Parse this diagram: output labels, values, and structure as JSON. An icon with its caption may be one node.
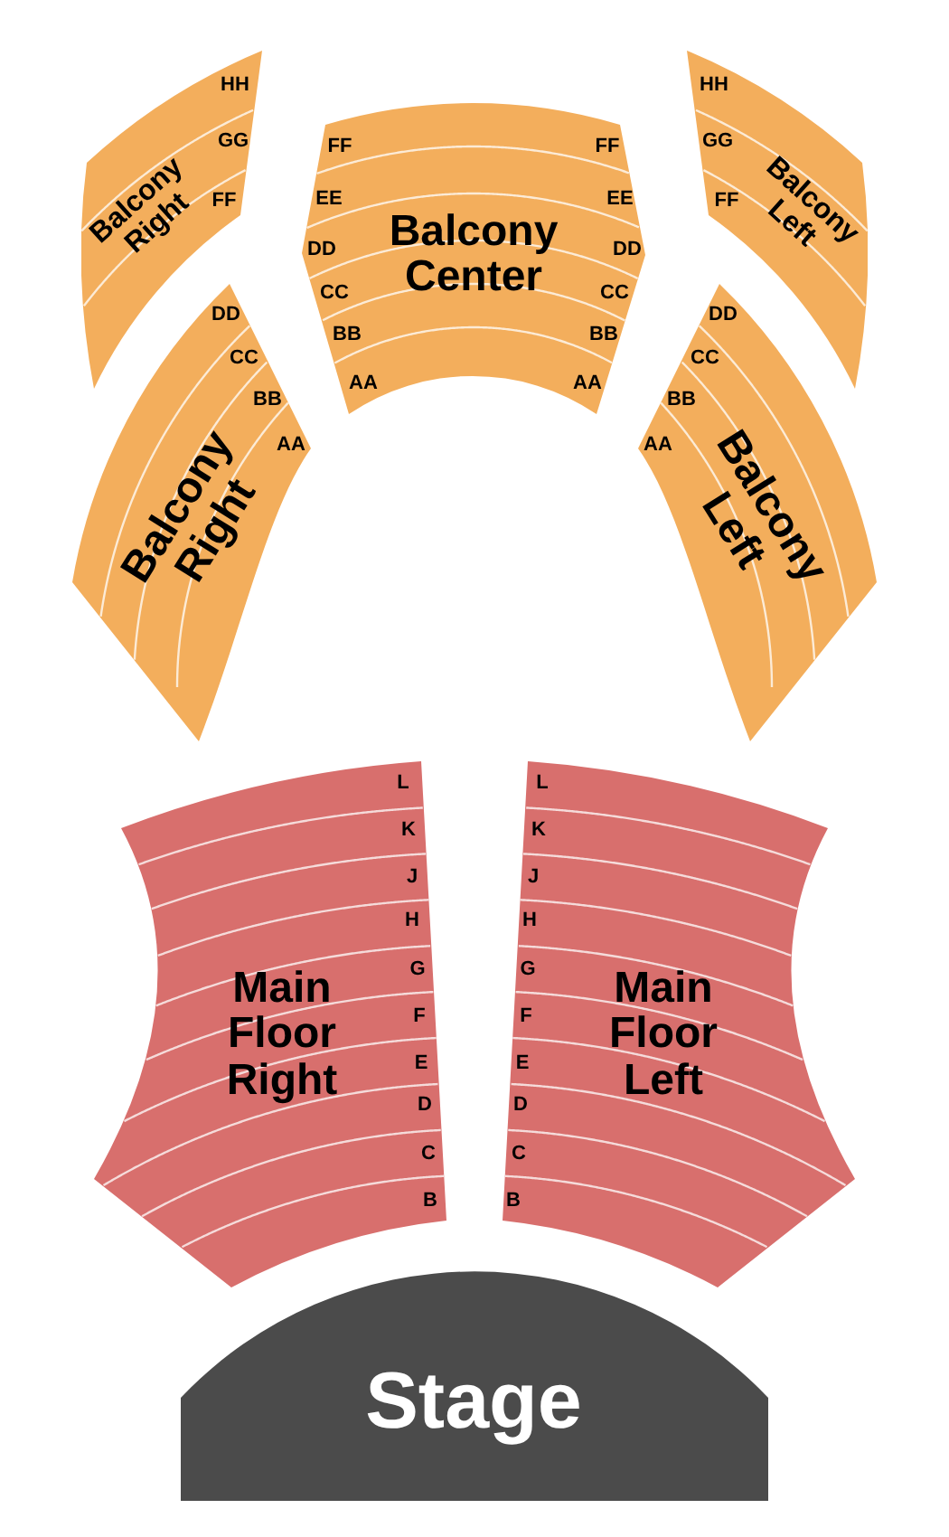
{
  "diagram": {
    "nodes": [
      {
        "text": [
          "Balcony Right",
          "HH",
          "GG",
          "FF"
        ]
      },
      {
        "text": [
          "Balcony Center",
          "FF",
          "EE",
          "DD",
          "CC",
          "BB",
          "AA",
          "FF",
          "EE",
          "DD",
          "CC",
          "BB",
          "AA"
        ]
      },
      {
        "text": [
          "Balcony Left",
          "HH",
          "GG",
          "FF"
        ]
      },
      {
        "text": [
          "Balcony Right",
          "DD",
          "CC",
          "BB",
          "AA"
        ]
      },
      {
        "text": [
          "Balcony Left",
          "DD",
          "CC",
          "BB",
          "AA"
        ]
      },
      {
        "text": [
          "Main Floor Right",
          "L",
          "K",
          "J",
          "H",
          "G",
          "F",
          "E",
          "D",
          "C",
          "B"
        ]
      },
      {
        "text": [
          "Main Floor Left",
          "L",
          "K",
          "J",
          "H",
          "G",
          "F",
          "E",
          "D",
          "C",
          "B"
        ]
      },
      {
        "text": [
          "Stage"
        ]
      }
    ]
  }
}
